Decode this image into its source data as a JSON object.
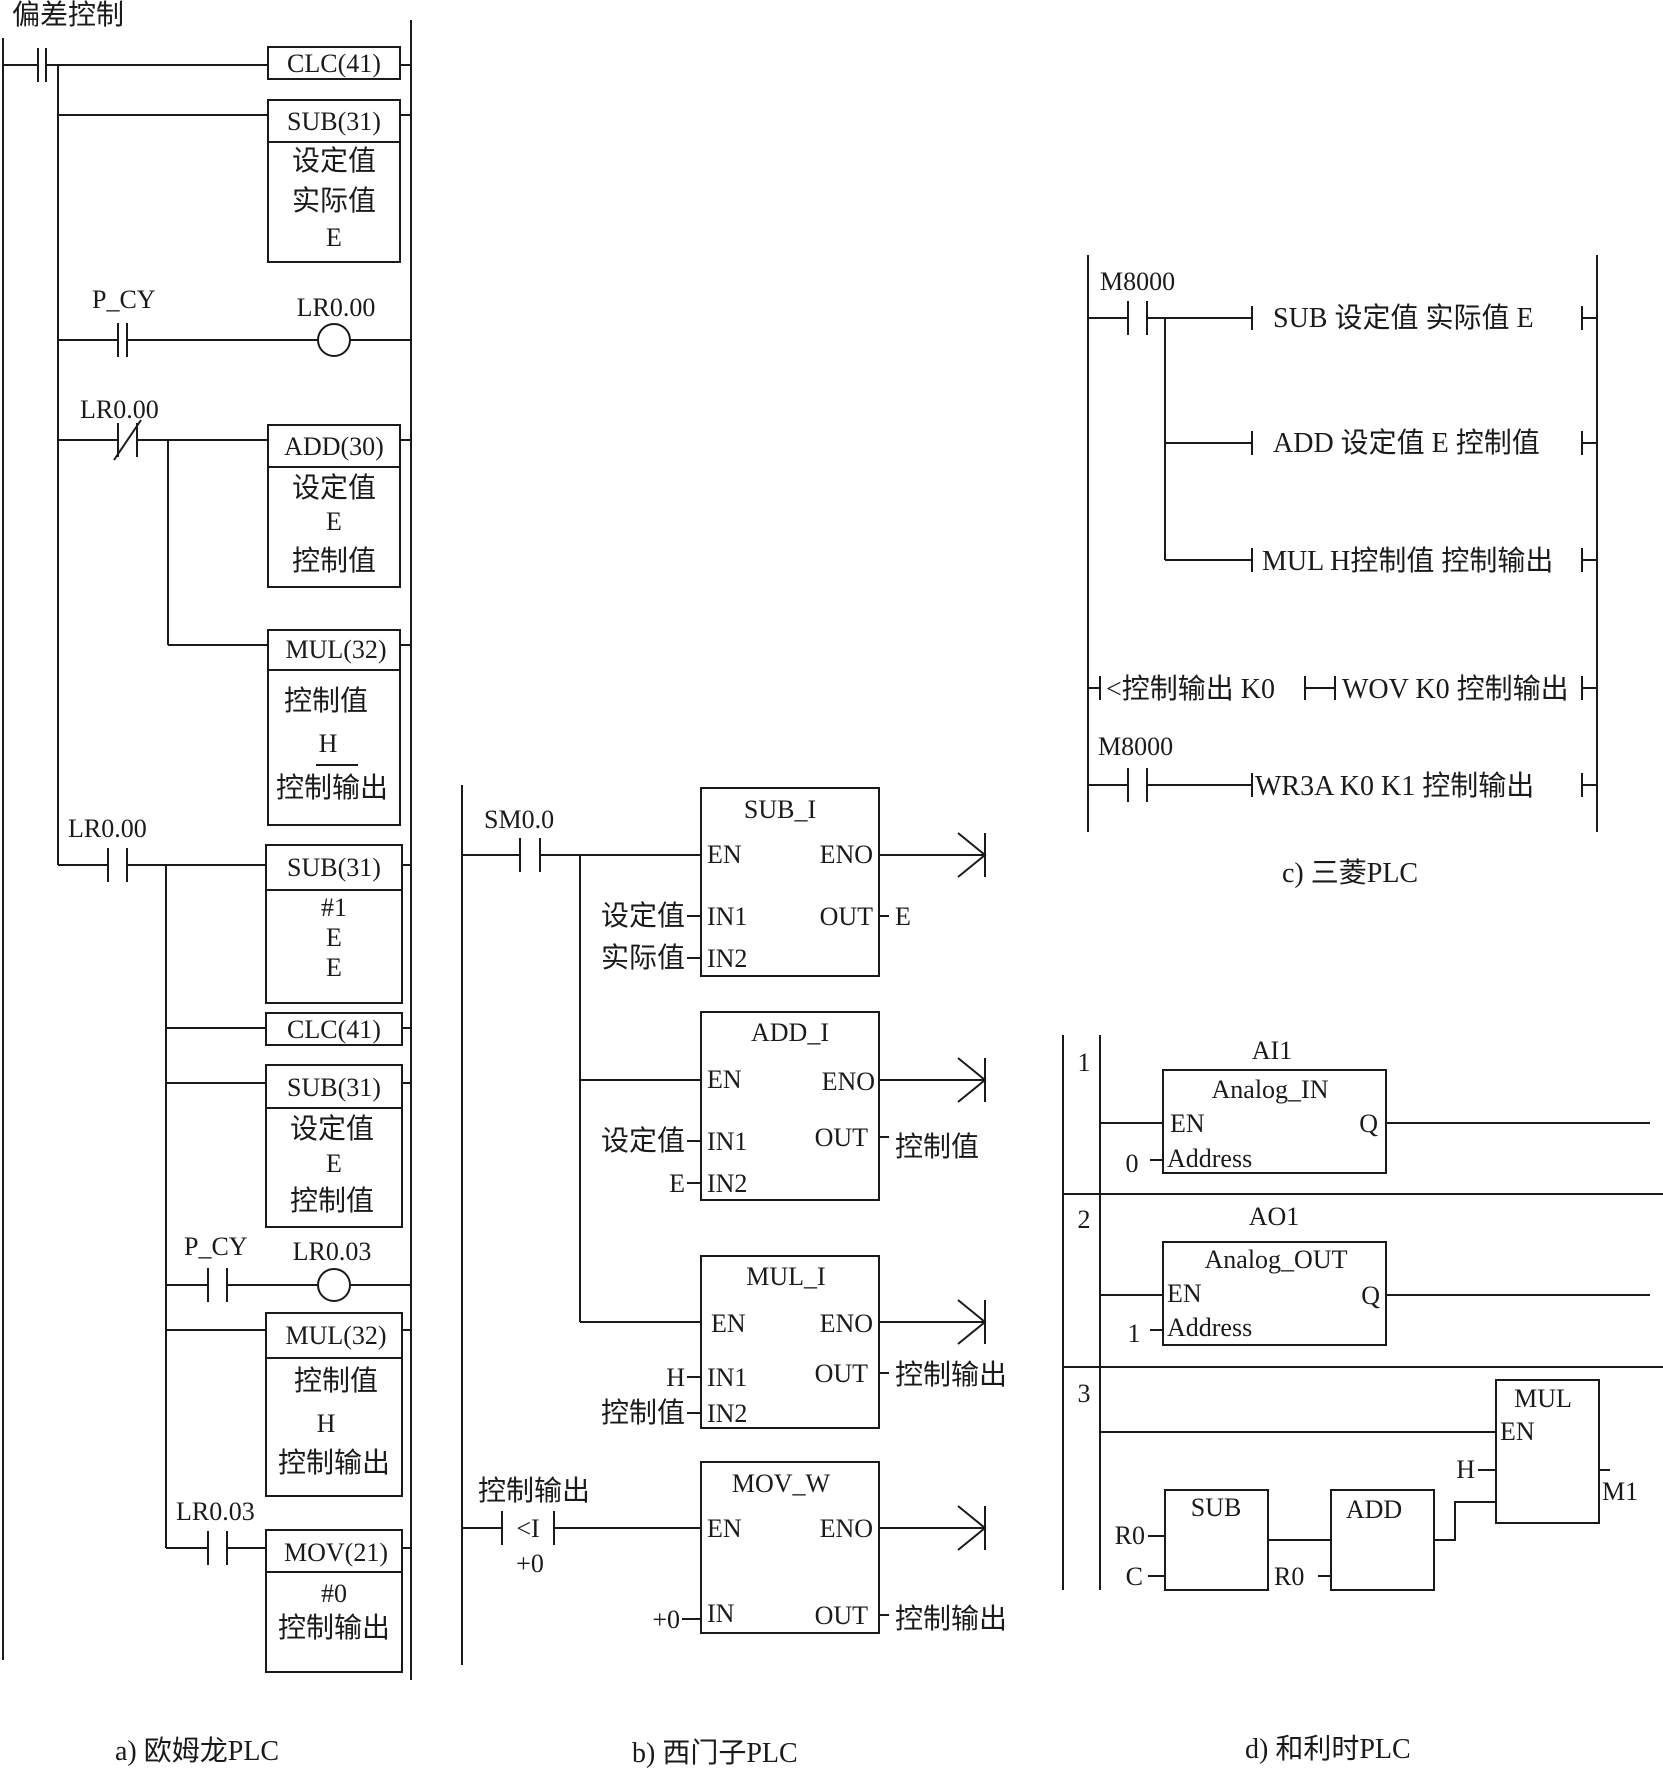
{
  "captions": {
    "a": "a) 欧姆龙PLC",
    "b": "b) 西门子PLC",
    "c": "c) 三菱PLC",
    "d": "d) 和利时PLC"
  },
  "omron": {
    "title": "偏差控制",
    "clc1": "CLC(41)",
    "sub1": {
      "op": "SUB(31)",
      "a": "设定值",
      "b": "实际值",
      "c": "E"
    },
    "p_cy1": "P_CY",
    "coil1": "LR0.00",
    "nc_contact": "LR0.00",
    "add1": {
      "op": "ADD(30)",
      "a": "设定值",
      "b": "E",
      "c": "控制值"
    },
    "mul1": {
      "op": "MUL(32)",
      "a": "控制值",
      "b": "H",
      "c": "控制输出"
    },
    "no_contact": "LR0.00",
    "sub2": {
      "op": "SUB(31)",
      "a": "#1",
      "b": "E",
      "c": "E"
    },
    "clc2": "CLC(41)",
    "sub3": {
      "op": "SUB(31)",
      "a": "设定值",
      "b": "E",
      "c": "控制值"
    },
    "p_cy2": "P_CY",
    "coil2": "LR0.03",
    "mul2": {
      "op": "MUL(32)",
      "a": "控制值",
      "b": "H",
      "c": "控制输出"
    },
    "lr003": "LR0.03",
    "mov": {
      "op": "MOV(21)",
      "a": "#0",
      "b": "控制输出"
    }
  },
  "siemens": {
    "sm": "SM0.0",
    "en": "EN",
    "eno": "ENO",
    "out": "OUT",
    "sub": {
      "name": "SUB_I",
      "in1": "IN1",
      "in2": "IN2",
      "in1_val": "设定值",
      "in2_val": "实际值",
      "out_val": "E"
    },
    "add": {
      "name": "ADD_I",
      "in1": "IN1",
      "in2": "IN2",
      "in1_val": "设定值",
      "in2_val": "E",
      "out_val": "控制值"
    },
    "mul": {
      "name": "MUL_I",
      "in1": "IN1",
      "in2": "IN2",
      "in1_val": "H",
      "in2_val": "控制值",
      "out_val": "控制输出"
    },
    "cmp_top": "控制输出",
    "cmp_op": "<I",
    "cmp_bottom": "+0",
    "mov": {
      "name": "MOV_W",
      "in": "IN",
      "in_val": "+0",
      "out_val": "控制输出"
    }
  },
  "mitsubishi": {
    "m1": "M8000",
    "sub": "SUB 设定值 实际值 E",
    "add": "ADD 设定值 E 控制值",
    "mul": "MUL H控制值 控制输出",
    "cmp": "<控制输出 K0",
    "wov": "WOV  K0 控制输出",
    "m2": "M8000",
    "wr3a": "WR3A  K0  K1  控制输出"
  },
  "hollysys": {
    "rows": [
      "1",
      "2",
      "3"
    ],
    "ai": {
      "title": "AI1",
      "name": "Analog_IN",
      "en": "EN",
      "q": "Q",
      "addr": "Address",
      "addr_val": "0"
    },
    "ao": {
      "title": "AO1",
      "name": "Analog_OUT",
      "en": "EN",
      "q": "Q",
      "addr": "Address",
      "addr_val": "1"
    },
    "sub": "SUB",
    "add": "ADD",
    "mul": "MUL",
    "mul_en": "EN",
    "h": "H",
    "m1": "M1",
    "r0a": "R0",
    "c": "C",
    "r0b": "R0"
  }
}
